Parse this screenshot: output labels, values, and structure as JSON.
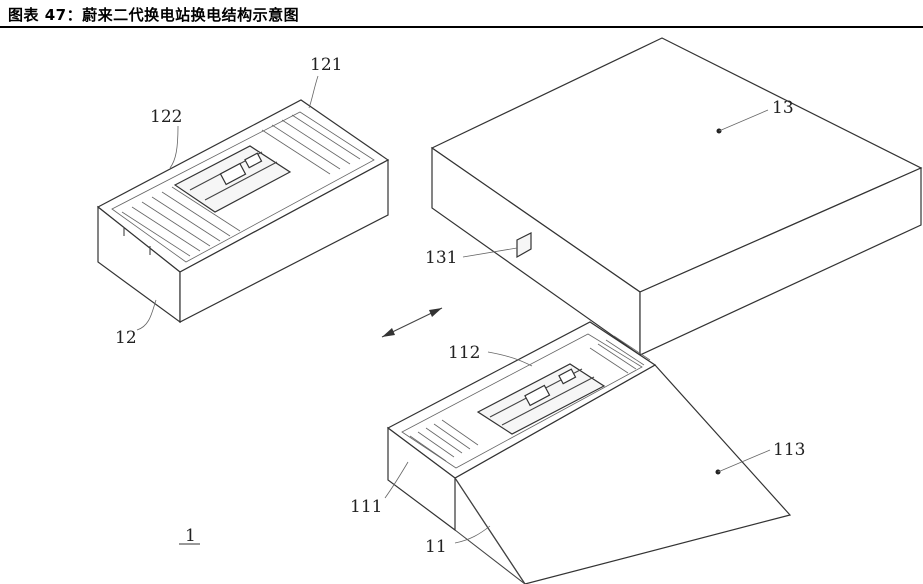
{
  "figure": {
    "title": "图表 47：蔚来二代换电站换电结构示意图"
  },
  "labels": {
    "module_12": "12",
    "module_121": "121",
    "module_122": "122",
    "module_13": "13",
    "module_131": "131",
    "module_11": "11",
    "module_111": "111",
    "module_112": "112",
    "module_113": "113",
    "assembly_1": "1"
  }
}
